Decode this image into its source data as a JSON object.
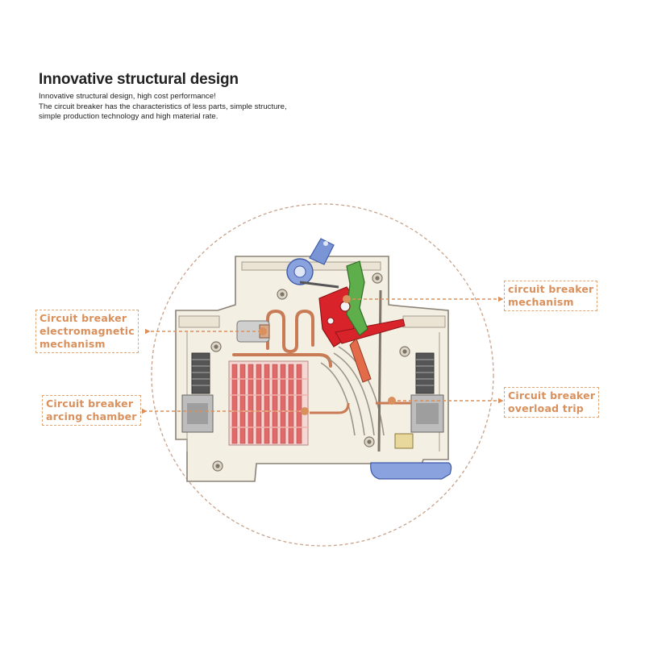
{
  "header": {
    "title": "Innovative structural design",
    "lines": [
      "Innovative structural design, high cost performance!",
      "The circuit breaker has the characteristics of less parts, simple structure,",
      "simple production technology and high material rate."
    ]
  },
  "labels": {
    "electromagnetic": [
      "Circuit breaker",
      "electromagnetic",
      "mechanism"
    ],
    "arcing": [
      "Circuit breaker",
      "arcing chamber"
    ],
    "mechanism": [
      "circuit breaker",
      "mechanism"
    ],
    "overload": [
      "Circuit breaker",
      "overload trip"
    ]
  },
  "colors": {
    "accent": "#d9905c",
    "body": "#f4efe3",
    "outline": "#888074",
    "mechanism_red": "#d8232a",
    "lever_green": "#5fae4c",
    "knob_blue": "#7a95d6",
    "arc_plates": "#e06a6a"
  }
}
